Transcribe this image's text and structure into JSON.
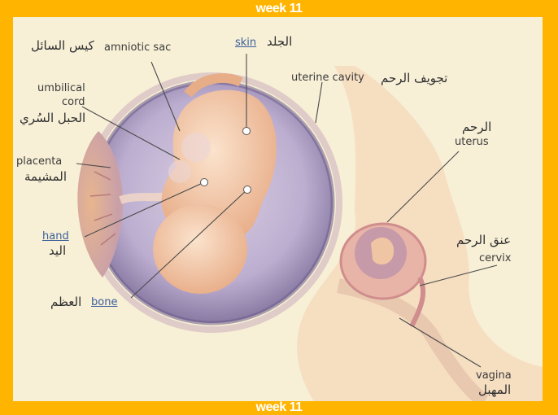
{
  "header": {
    "week_top": "week 11",
    "week_bottom": "week 11"
  },
  "labels": {
    "amniotic_sac_en": "amniotic sac",
    "amniotic_sac_ar": "كيس السائل",
    "skin_en": "skin",
    "skin_ar": "الجلد",
    "uterine_cavity_en": "uterine cavity",
    "uterine_cavity_ar": "تجويف الرحم",
    "umbilical_cord_en_1": "umbilical",
    "umbilical_cord_en_2": "cord",
    "umbilical_cord_ar": "الحبل السُري",
    "placenta_en": "placenta",
    "placenta_ar": "المشيمة",
    "uterus_ar": "الرحم",
    "uterus_en": "uterus",
    "hand_en": "hand",
    "hand_ar": "اليد",
    "cervix_ar": "عنق الرحم",
    "cervix_en": "cervix",
    "bone_ar": "العظم",
    "bone_en": "bone",
    "vagina_en": "vagina",
    "vagina_ar": "المهبل"
  },
  "colors": {
    "frame": "#ffb400",
    "panel": "#f7efd6",
    "sac": "#9b8fb8",
    "fetus": "#f2c9a6",
    "body": "#f4d9b8"
  }
}
